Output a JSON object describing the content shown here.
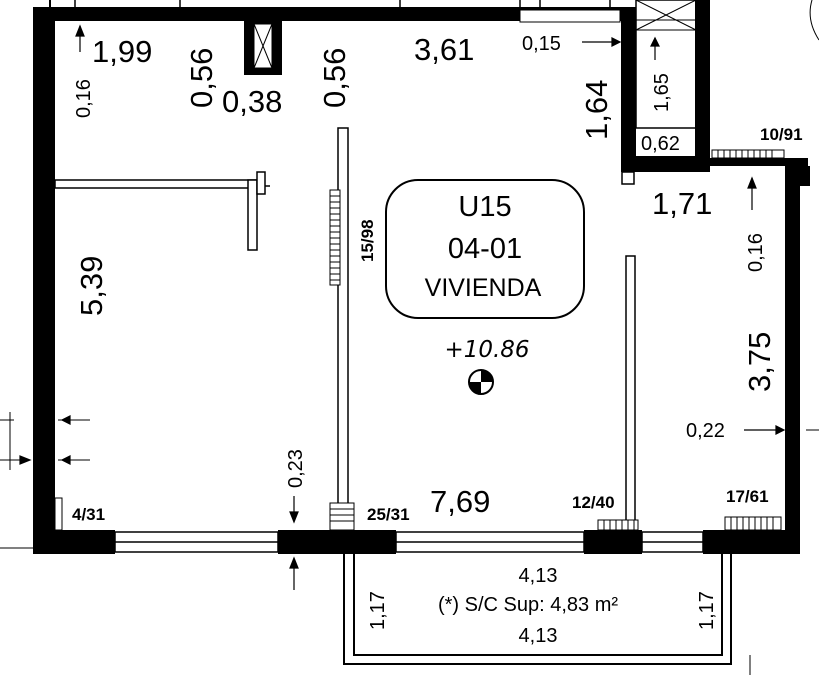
{
  "unit": {
    "id": "U15",
    "number": "04-01",
    "type": "VIVIENDA",
    "level": "+10.86"
  },
  "dimensions": {
    "d_1_99": "1,99",
    "d_0_56_left": "0,56",
    "d_0_38": "0,38",
    "d_0_56_right": "0,56",
    "d_3_61": "3,61",
    "d_0_15": "0,15",
    "d_1_64": "1,64",
    "d_1_65": "1,65",
    "d_0_62": "0,62",
    "d_0_16_left": "0,16",
    "d_1_71": "1,71",
    "d_0_16_right": "0,16",
    "d_5_39": "5,39",
    "d_3_75": "3,75",
    "d_0_22": "0,22",
    "d_0_23": "0,23",
    "d_7_69": "7,69"
  },
  "openings": {
    "o_15_98": "15/98",
    "o_10_91": "10/91",
    "o_4_31": "4/31",
    "o_25_31": "25/31",
    "o_12_40": "12/40",
    "o_17_61": "17/61"
  },
  "balcony": {
    "width_top": "4,13",
    "width_bottom": "4,13",
    "depth_left": "1,17",
    "depth_right": "1,17",
    "note": "(*) S/C Sup: 4,83 m²"
  }
}
